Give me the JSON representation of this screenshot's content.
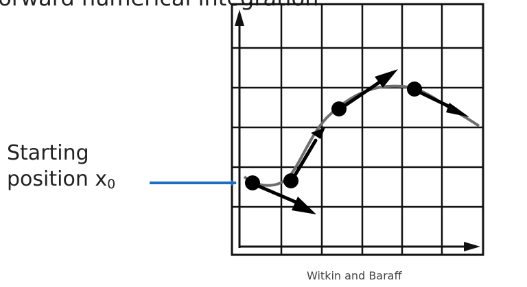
{
  "slide": {
    "title": "Forward numerical integration"
  },
  "start_label": {
    "line1": "Starting",
    "line2_text": "position x",
    "line2_subscript": "0"
  },
  "credit": "Witkin and Baraff",
  "colors": {
    "pointer_arrow": "#1f6fc1",
    "grid": "#111111",
    "curve": "#6e6e6e",
    "step_arrow": "#000000",
    "text": "#222222"
  },
  "icons": {
    "step_point": "filled-circle",
    "step_arrow": "arrowhead"
  }
}
